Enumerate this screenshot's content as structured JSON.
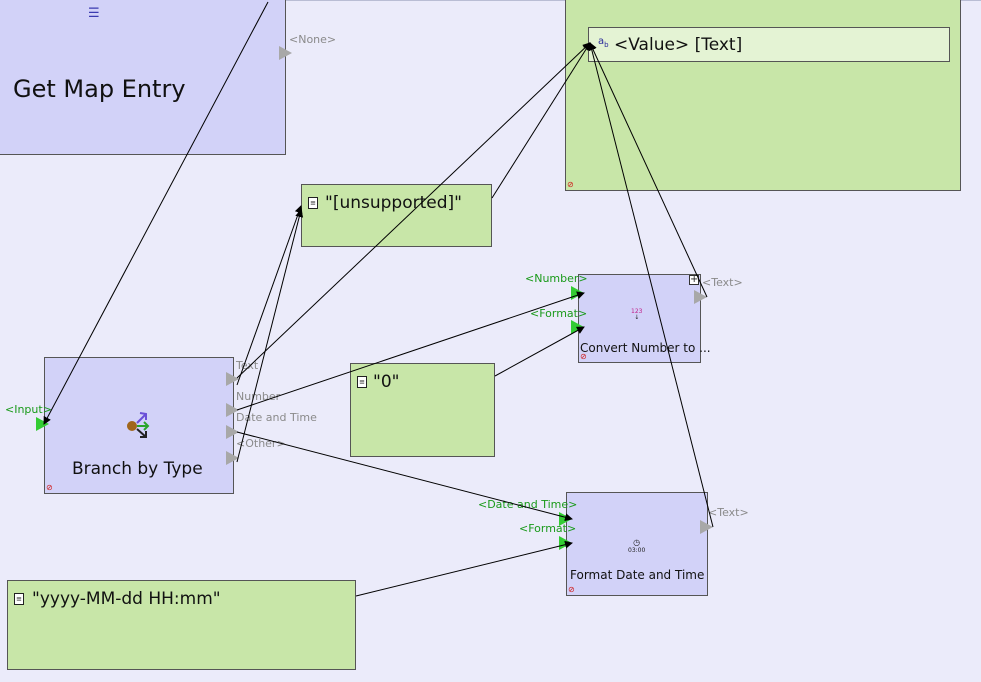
{
  "colors": {
    "background": "#ebebfa",
    "action_node": "#d2d2f8",
    "value_node": "#c8e6a8",
    "input_port": "#33cc33",
    "output_port": "#a8a8a8",
    "input_label": "#1a9a1a",
    "output_label": "#8a8a8a",
    "wire": "#000000"
  },
  "nodes": {
    "get_map_entry": {
      "title": "Get Map Entry",
      "output_none": "<None>",
      "icon": "list-icon"
    },
    "set_value": {
      "field_text": "<Value> [Text]",
      "icon": "text-ab-icon"
    },
    "unsupported": {
      "title": "\"[unsupported]\"",
      "icon": "constant-icon"
    },
    "zero": {
      "title": "\"0\"",
      "icon": "constant-icon"
    },
    "format_pattern": {
      "title": "\"yyyy-MM-dd HH:mm\"",
      "icon": "constant-icon"
    },
    "branch_by_type": {
      "title": "Branch by Type",
      "input": "<Input>",
      "out_text": "Text",
      "out_number": "Number",
      "out_date_time": "Date and Time",
      "out_other": "<Other>",
      "icon": "branch-icon"
    },
    "convert_number": {
      "title": "Convert Number to ...",
      "in_number": "<Number>",
      "in_format": "<Format>",
      "out_text": "<Text>",
      "glyph": "123",
      "icon": "convert-number-icon"
    },
    "format_date_time": {
      "title": "Format Date and Time",
      "in_date_time": "<Date and Time>",
      "in_format": "<Format>",
      "out_text": "<Text>",
      "glyph": "03:00",
      "icon": "clock-icon"
    }
  }
}
